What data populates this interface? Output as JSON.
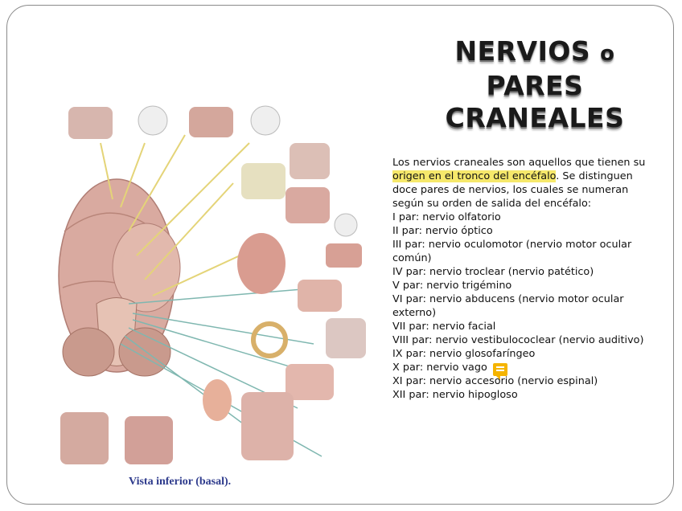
{
  "title": {
    "line1a": "NERVIOS",
    "line1b": "o",
    "line1c": "PARES",
    "line2": "CRANEALES"
  },
  "intro": {
    "pre": "Los nervios craneales son aquellos que tienen su ",
    "highlight": "origen en el tronco del encéfalo",
    "post": ". Se distinguen doce pares de nervios, los cuales se numeran según su orden de salida del encéfalo:"
  },
  "pairs": [
    "I par: nervio olfatorio",
    "II par: nervio óptico",
    "III par: nervio oculomotor (nervio motor ocular común)",
    "IV par: nervio troclear (nervio patético)",
    "V par: nervio trigémino",
    "VI par: nervio abducens (nervio motor ocular externo)",
    "VII par: nervio facial",
    "VIII par: nervio vestibulococlear (nervio auditivo)",
    "IX par: nervio glosofaríngeo",
    "X par: nervio vago",
    "XI par: nervio accesorio (nervio espinal)",
    "XII par: nervio hipogloso"
  ],
  "caption": "Vista inferior (basal).",
  "icons": {
    "comment": "comment-icon"
  }
}
